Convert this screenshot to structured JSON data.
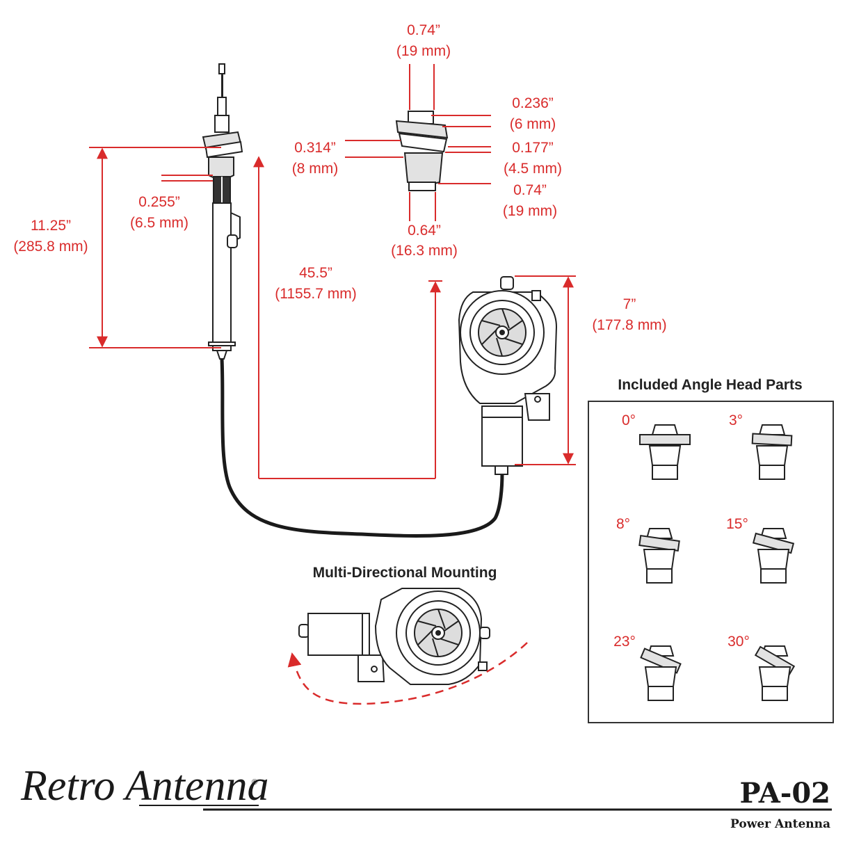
{
  "dimensions": {
    "top_width": {
      "in": "0.74”",
      "mm": "(19 mm)"
    },
    "collar_height": {
      "in": "0.236”",
      "mm": "(6 mm)"
    },
    "nut_height": {
      "in": "0.314”",
      "mm": "(8 mm)"
    },
    "ring_height": {
      "in": "0.177”",
      "mm": "(4.5 mm)"
    },
    "lower_width": {
      "in": "0.74”",
      "mm": "(19 mm)"
    },
    "base_width": {
      "in": "0.64”",
      "mm": "(16.3 mm)"
    },
    "mast_width": {
      "in": "0.255”",
      "mm": "(6.5 mm)"
    },
    "mast_length": {
      "in": "11.25”",
      "mm": "(285.8 mm)"
    },
    "cable_length": {
      "in": "45.5”",
      "mm": "(1155.7 mm)"
    },
    "motor_height": {
      "in": "7”",
      "mm": "(177.8 mm)"
    }
  },
  "angle_parts": {
    "title": "Included Angle Head Parts",
    "items": [
      "0°",
      "3°",
      "8°",
      "15°",
      "23°",
      "30°"
    ]
  },
  "mounting": {
    "title": "Multi-Directional Mounting"
  },
  "brand": {
    "name": "Retro Antenna",
    "registered": "®"
  },
  "product": {
    "model": "PA-02",
    "name": "Power Antenna"
  },
  "colors": {
    "dimension": "#d92b2b",
    "line_art": "#222222",
    "background": "#ffffff"
  }
}
